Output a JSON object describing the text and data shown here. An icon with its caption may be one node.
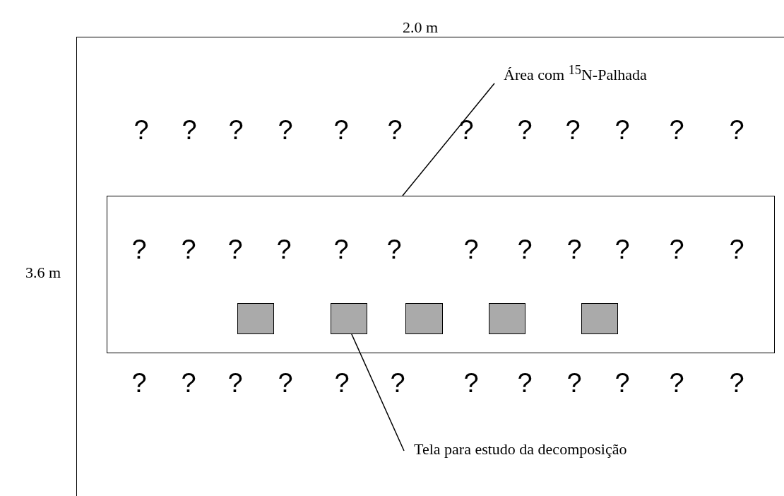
{
  "diagram": {
    "nodes": [
      {
        "text": [],
        "shape": "box"
      },
      {
        "text": [],
        "shape": "box",
        "in": 0
      },
      {
        "text": [],
        "shape": "box",
        "in": 1
      },
      {
        "text": [],
        "shape": "box",
        "in": 1
      },
      {
        "text": [],
        "shape": "box",
        "in": 1
      },
      {
        "text": [],
        "shape": "box",
        "in": 1
      },
      {
        "text": [],
        "shape": "box",
        "in": 1
      },
      {
        "text": [
          "Área com $^{15}$N-Palhada"
        ],
        "in": 0
      },
      {
        "text": [
          "Tela para estudo da decomposição"
        ],
        "in": 0
      }
    ],
    "edges": [
      {
        "from": 7,
        "to": 1,
        "arrow": "none"
      },
      {
        "from": 8,
        "to": 3,
        "arrow": "none"
      }
    ],
    "labels": [
      "2.0 m",
      "3.6 m",
      "?",
      "?",
      "?",
      "?",
      "?",
      "?",
      "?",
      "?",
      "?",
      "?",
      "?",
      "?",
      "?",
      "?",
      "?",
      "?",
      "?",
      "?",
      "?",
      "?",
      "?",
      "?",
      "?",
      "?",
      "?",
      "?",
      "?",
      "?",
      "?",
      "?",
      "?",
      "?",
      "?",
      "?",
      "?",
      "?"
    ]
  }
}
